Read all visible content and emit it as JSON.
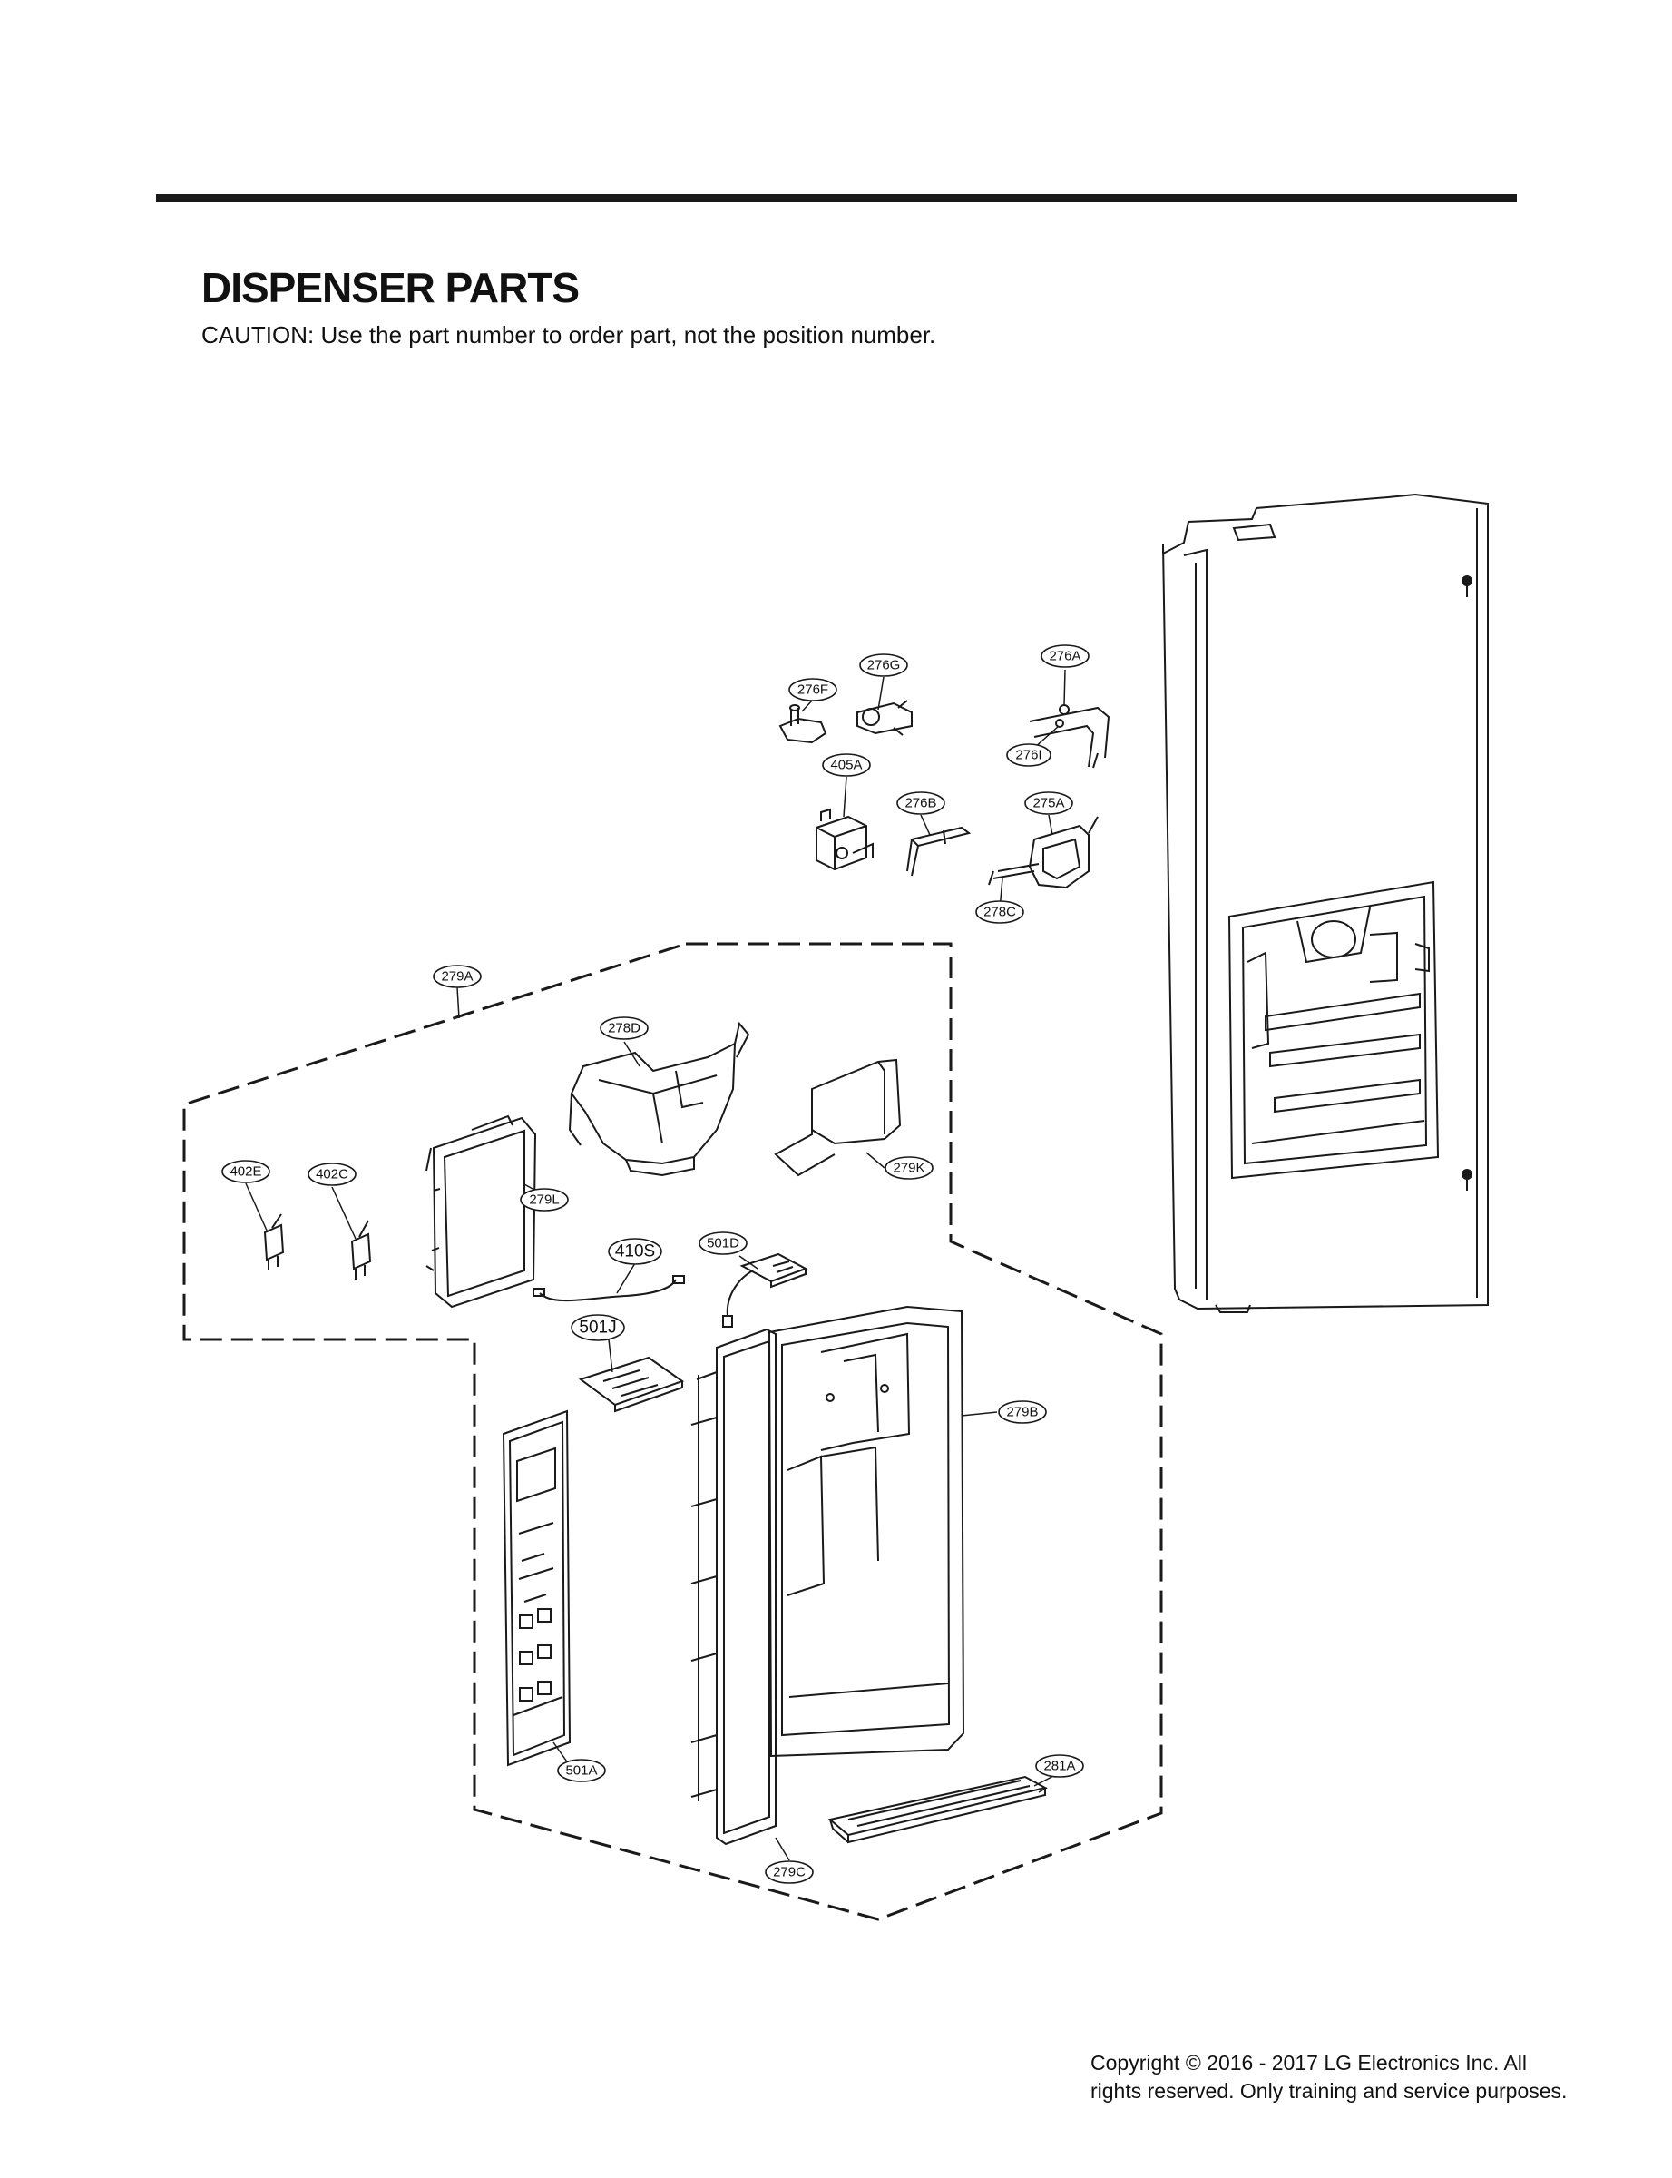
{
  "header": {
    "title": "DISPENSER PARTS",
    "caution": "CAUTION: Use the part number to order part, not the position number."
  },
  "callouts": [
    {
      "id": "c-276g",
      "label": "276G"
    },
    {
      "id": "c-276a",
      "label": "276A"
    },
    {
      "id": "c-276f",
      "label": "276F"
    },
    {
      "id": "c-276i",
      "label": "276I"
    },
    {
      "id": "c-405a",
      "label": "405A"
    },
    {
      "id": "c-276b",
      "label": "276B"
    },
    {
      "id": "c-275a",
      "label": "275A"
    },
    {
      "id": "c-278c",
      "label": "278C"
    },
    {
      "id": "c-279a",
      "label": "279A"
    },
    {
      "id": "c-278d",
      "label": "278D"
    },
    {
      "id": "c-402e",
      "label": "402E"
    },
    {
      "id": "c-402c",
      "label": "402C"
    },
    {
      "id": "c-279k",
      "label": "279K"
    },
    {
      "id": "c-279l",
      "label": "279L"
    },
    {
      "id": "c-410s",
      "label": "410S"
    },
    {
      "id": "c-501d",
      "label": "501D"
    },
    {
      "id": "c-501j",
      "label": "501J"
    },
    {
      "id": "c-279b",
      "label": "279B"
    },
    {
      "id": "c-281a",
      "label": "281A"
    },
    {
      "id": "c-501a",
      "label": "501A"
    },
    {
      "id": "c-279c",
      "label": "279C"
    }
  ],
  "footer": {
    "copyright_line1": "Copyright © 2016 - 2017 LG Electronics Inc. All",
    "copyright_line2": "rights reserved. Only training and service purposes."
  }
}
